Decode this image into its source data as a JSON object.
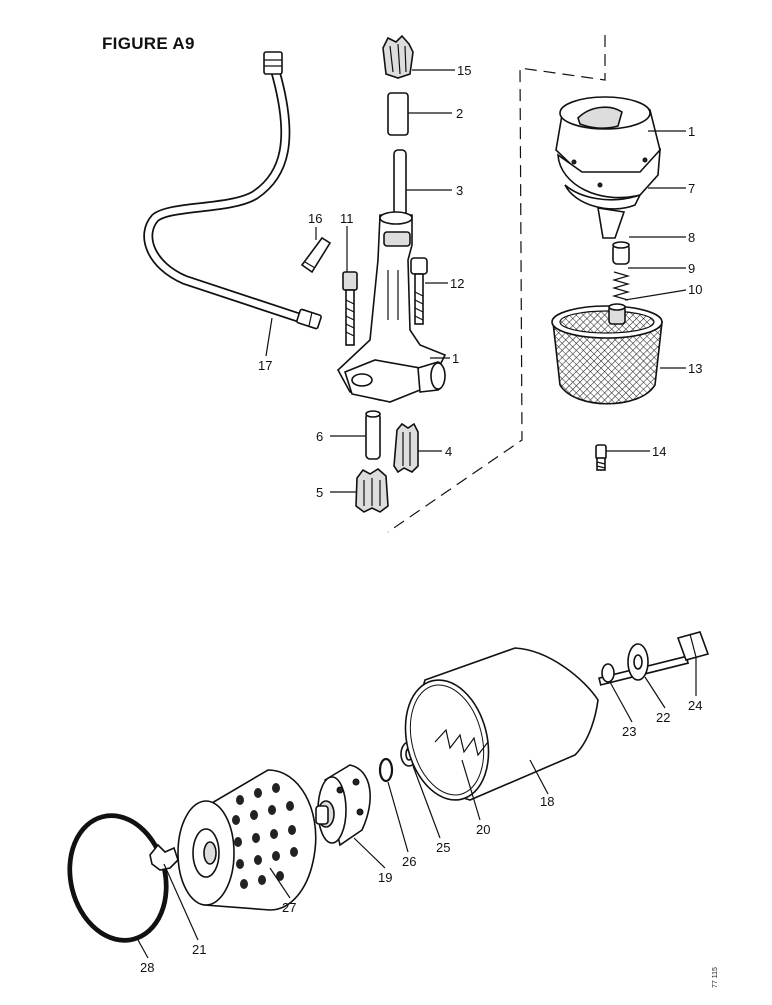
{
  "figure": {
    "title": "FIGURE A9",
    "ref": "77 115"
  },
  "labels": {
    "l15": "15",
    "l2": "2",
    "l3": "3",
    "l16": "16",
    "l11": "11",
    "l12": "12",
    "l17": "17",
    "l1a": "1",
    "l6": "6",
    "l4": "4",
    "l5": "5",
    "l1b": "1",
    "l7": "7",
    "l8": "8",
    "l9": "9",
    "l10": "10",
    "l13": "13",
    "l14": "14",
    "l24": "24",
    "l22": "22",
    "l23": "23",
    "l18": "18",
    "l20": "20",
    "l25": "25",
    "l26": "26",
    "l19": "19",
    "l27": "27",
    "l21": "21",
    "l28": "28"
  },
  "colors": {
    "ink": "#111111",
    "paper": "#ffffff",
    "shade": "#dddddd"
  }
}
